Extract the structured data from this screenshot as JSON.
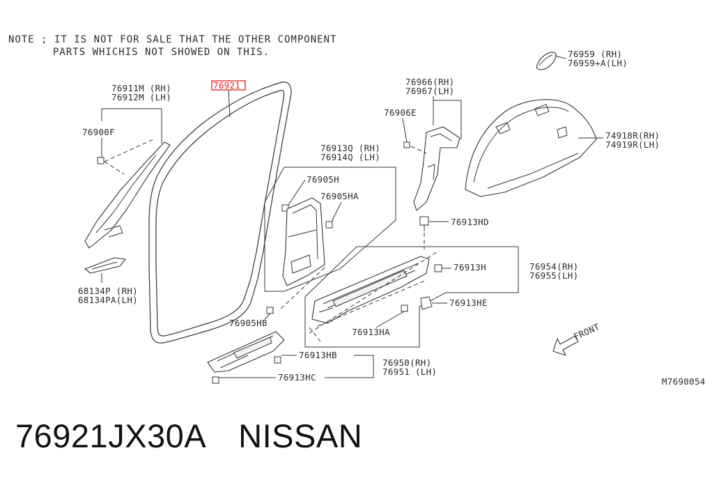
{
  "note": {
    "line1": "NOTE ; IT IS NOT FOR SALE THAT THE OTHER COMPONENT",
    "line2": "PARTS WHICHIS NOT SHOWED ON THIS."
  },
  "labels": {
    "p76959": "76959   (RH)",
    "p76959a": "76959+A(LH)",
    "p76966": "76966(RH)",
    "p76967": "76967(LH)",
    "p76906e": "76906E",
    "p74918r": "74918R(RH)",
    "p74919r": "74919R(LH)",
    "p76911m": "76911M (RH)",
    "p76912m": "76912M (LH)",
    "p76900f": "76900F",
    "p76921": "76921",
    "p76913q": "76913Q (RH)",
    "p76914q": "76914Q (LH)",
    "p76905h": "76905H",
    "p76905ha": "76905HA",
    "p76913hd": "76913HD",
    "p76913h": "76913H",
    "p76954": "76954(RH)",
    "p76955": "76955(LH)",
    "p76913he": "76913HE",
    "p76913ha": "76913HA",
    "p68134p": "68134P  (RH)",
    "p68134pa": "68134PA(LH)",
    "p76905hb": "76905HB",
    "p76913hb": "76913HB",
    "p76950": "76950(RH)",
    "p76951": "76951 (LH)",
    "p76913hc": "76913HC",
    "front": "FRONT",
    "diagram_id": "M7690054"
  },
  "footer": {
    "part_number": "76921JX30A",
    "brand": "NISSAN"
  },
  "colors": {
    "highlight": "#e0201a",
    "line": "#333333"
  }
}
